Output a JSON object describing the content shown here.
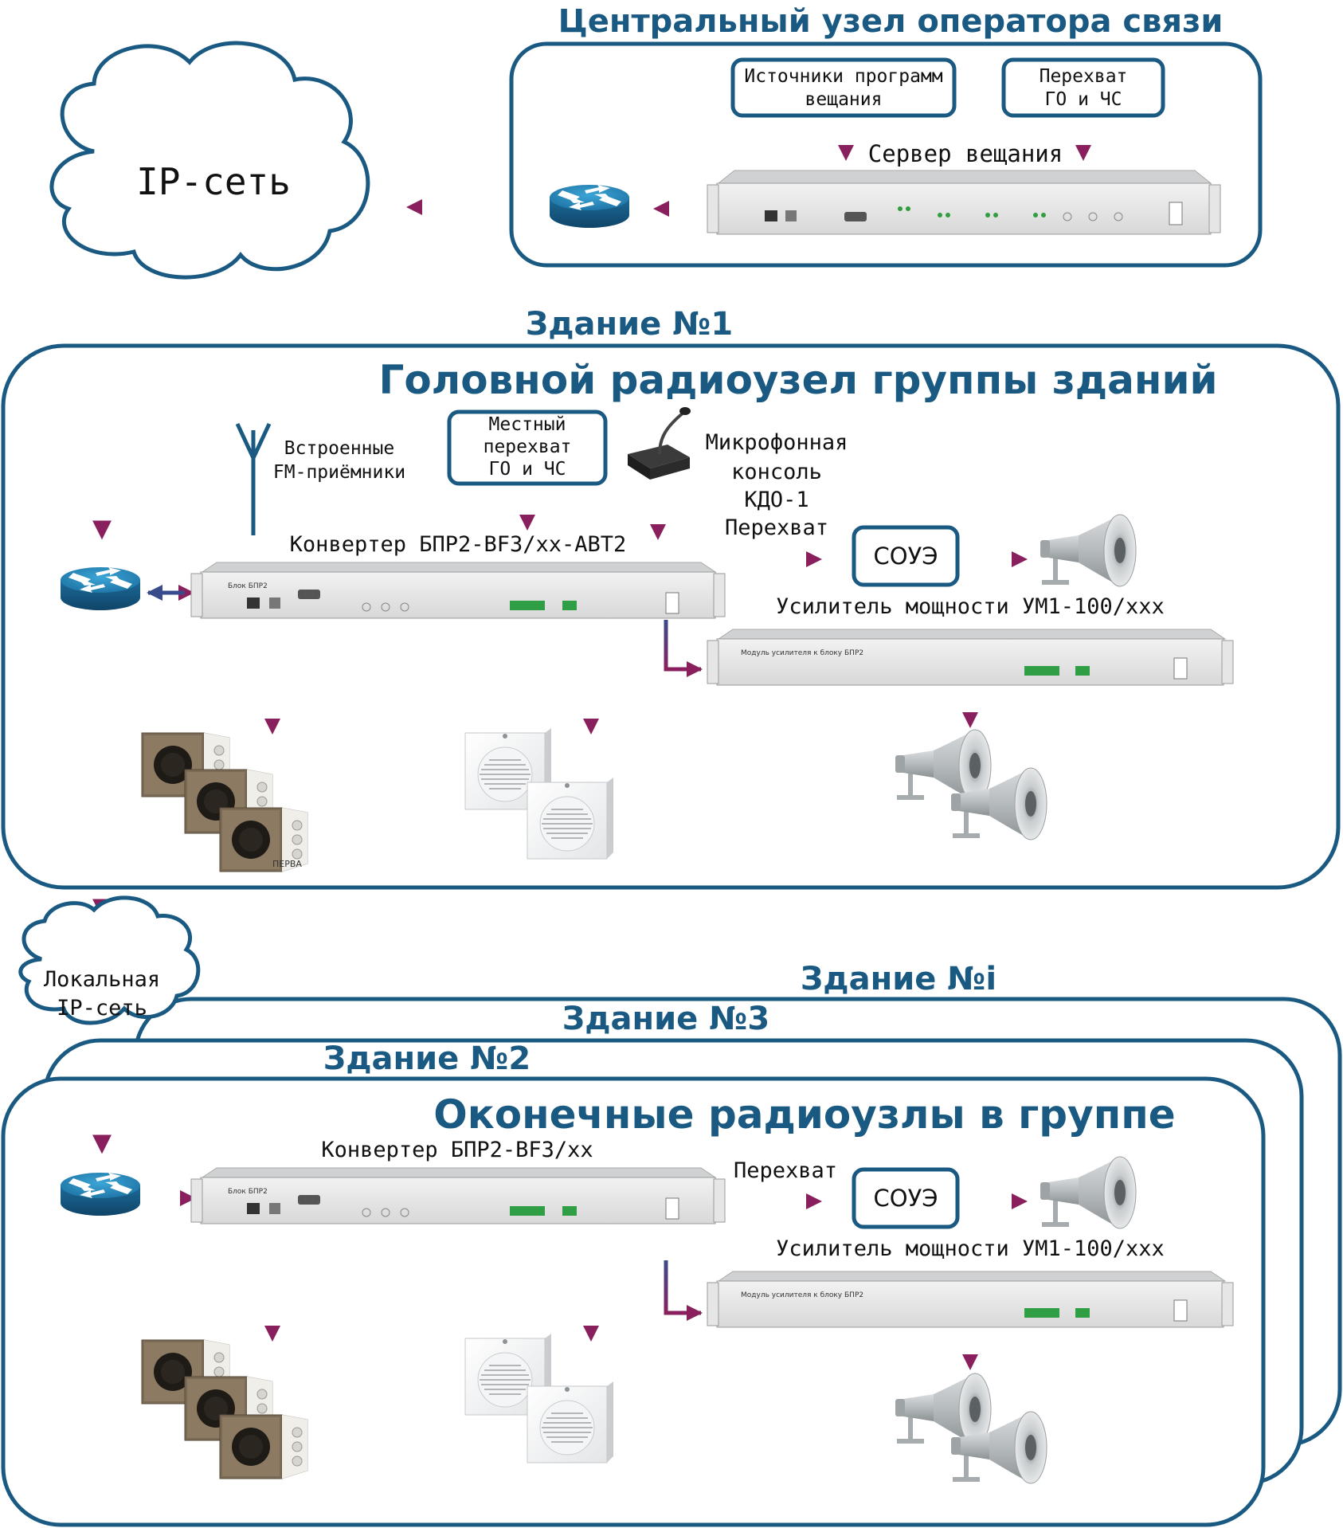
{
  "central": {
    "title": "Центральный узел оператора связи",
    "sources_line1": "Источники программ",
    "sources_line2": "вещания",
    "intercept_line1": "Перехват",
    "intercept_line2": "ГО и ЧС",
    "server": "Сервер вещания"
  },
  "ip_net": "IP-сеть",
  "building1": {
    "heading": "Здание №1",
    "title": "Головной радиоузел группы зданий",
    "fm_line1": "Встроенные",
    "fm_line2": "FM-приёмники",
    "local_line1": "Местный",
    "local_line2": "перехват",
    "local_line3": "ГО и ЧС",
    "mic_line1": "Микрофонная",
    "mic_line2": "консоль",
    "mic_line3": "КДО-1",
    "intercept": "Перехват",
    "converter": "Конвертер БПР2-BF3/xx-АВТ2",
    "soue": "СОУЭ",
    "amplifier": "Усилитель мощности УМ1-100/xxx"
  },
  "local_net_line1": "Локальная",
  "local_net_line2": "IP-сеть",
  "building_i": "Здание №i",
  "building3": "Здание №3",
  "building2": {
    "heading": "Здание №2",
    "title": "Оконечные радиоузлы в группе",
    "converter": "Конвертер БПР2-BF3/xx",
    "intercept": "Перехват",
    "soue": "СОУЭ",
    "amplifier": "Усилитель мощности УМ1-100/xxx"
  },
  "device_labels": {
    "unit_bpr2": "Блок БПР2",
    "amp_module": "Модуль усилителя к блоку БПР2",
    "brand": "ПЕРВА"
  },
  "colors": {
    "frame": "#1a5a82",
    "heading": "#1a5a82",
    "arrow_start": "#3a4b8c",
    "arrow_end": "#8a1f5e"
  }
}
